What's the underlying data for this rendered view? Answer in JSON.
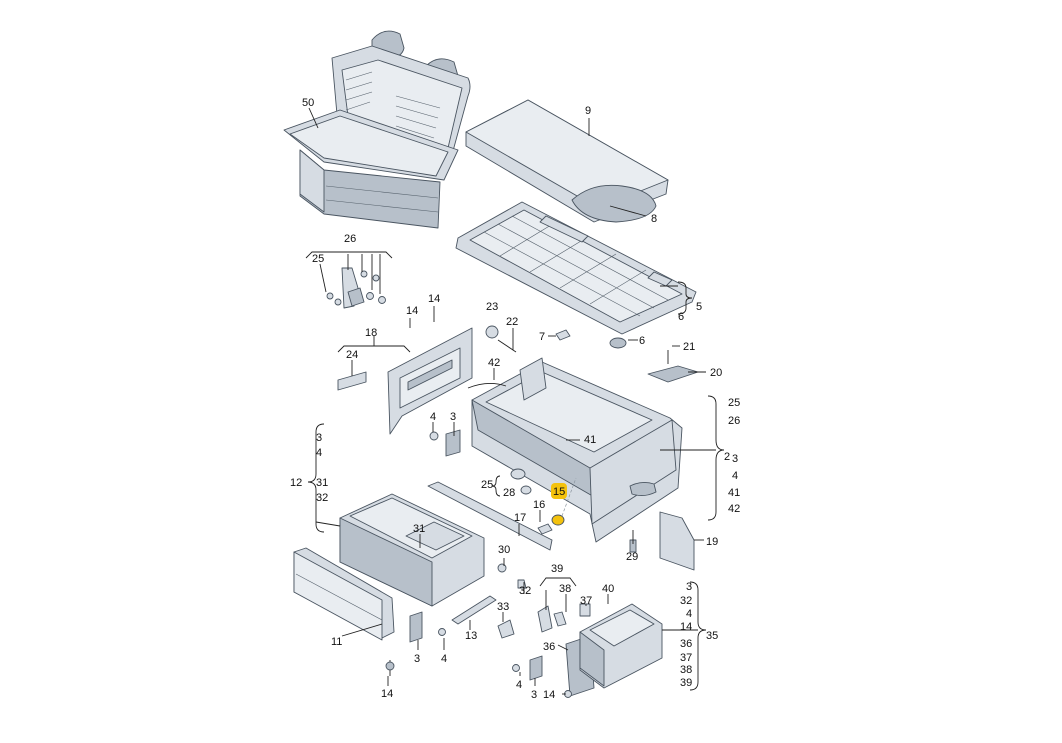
{
  "highlight_color": "#f4c20d",
  "diagram": {
    "callouts": [
      {
        "id": "c50",
        "text": "50"
      },
      {
        "id": "c9",
        "text": "9"
      },
      {
        "id": "c8",
        "text": "8"
      },
      {
        "id": "c26",
        "text": "26"
      },
      {
        "id": "c25a",
        "text": "25"
      },
      {
        "id": "c5",
        "text": "5"
      },
      {
        "id": "c6a",
        "text": "6"
      },
      {
        "id": "c14a",
        "text": "14"
      },
      {
        "id": "c14b",
        "text": "14"
      },
      {
        "id": "c23",
        "text": "23"
      },
      {
        "id": "c22",
        "text": "22"
      },
      {
        "id": "c7",
        "text": "7"
      },
      {
        "id": "c6b",
        "text": "6"
      },
      {
        "id": "c21",
        "text": "21"
      },
      {
        "id": "c18",
        "text": "18"
      },
      {
        "id": "c24",
        "text": "24"
      },
      {
        "id": "c42",
        "text": "42"
      },
      {
        "id": "c20",
        "text": "20"
      },
      {
        "id": "c25b",
        "text": "25"
      },
      {
        "id": "c26b",
        "text": "26"
      },
      {
        "id": "c2",
        "text": "2"
      },
      {
        "id": "c3r",
        "text": "3"
      },
      {
        "id": "c4r",
        "text": "4"
      },
      {
        "id": "c41r",
        "text": "41"
      },
      {
        "id": "c42r",
        "text": "42"
      },
      {
        "id": "c4a",
        "text": "4"
      },
      {
        "id": "c3a",
        "text": "3"
      },
      {
        "id": "c41",
        "text": "41"
      },
      {
        "id": "c3l",
        "text": "3"
      },
      {
        "id": "c4l",
        "text": "4"
      },
      {
        "id": "c12",
        "text": "12"
      },
      {
        "id": "c31l",
        "text": "31"
      },
      {
        "id": "c32l",
        "text": "32"
      },
      {
        "id": "c25c",
        "text": "25"
      },
      {
        "id": "c28",
        "text": "28"
      },
      {
        "id": "c15",
        "text": "15"
      },
      {
        "id": "c16",
        "text": "16"
      },
      {
        "id": "c17",
        "text": "17"
      },
      {
        "id": "c31",
        "text": "31"
      },
      {
        "id": "c29",
        "text": "29"
      },
      {
        "id": "c19",
        "text": "19"
      },
      {
        "id": "c30",
        "text": "30"
      },
      {
        "id": "c32",
        "text": "32"
      },
      {
        "id": "c39",
        "text": "39"
      },
      {
        "id": "c38",
        "text": "38"
      },
      {
        "id": "c40",
        "text": "40"
      },
      {
        "id": "c37",
        "text": "37"
      },
      {
        "id": "c33",
        "text": "33"
      },
      {
        "id": "c11",
        "text": "11"
      },
      {
        "id": "c3b",
        "text": "3"
      },
      {
        "id": "c4b",
        "text": "4"
      },
      {
        "id": "c13",
        "text": "13"
      },
      {
        "id": "c36",
        "text": "36"
      },
      {
        "id": "c4c",
        "text": "4"
      },
      {
        "id": "c3c",
        "text": "3"
      },
      {
        "id": "c14c",
        "text": "14"
      },
      {
        "id": "c14d",
        "text": "14"
      },
      {
        "id": "c35",
        "text": "35"
      },
      {
        "id": "c3s",
        "text": "3"
      },
      {
        "id": "c32s",
        "text": "32"
      },
      {
        "id": "c4s",
        "text": "4"
      },
      {
        "id": "c14s",
        "text": "14"
      },
      {
        "id": "c36s",
        "text": "36"
      },
      {
        "id": "c37s",
        "text": "37"
      },
      {
        "id": "c38s",
        "text": "38"
      },
      {
        "id": "c39s",
        "text": "39"
      }
    ]
  }
}
